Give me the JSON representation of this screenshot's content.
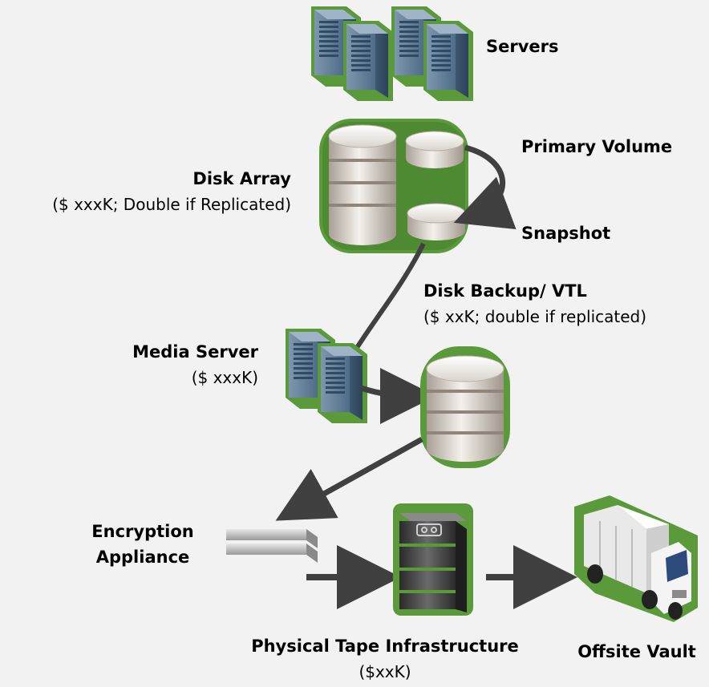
{
  "labels": {
    "servers": "Servers",
    "primary_volume": "Primary Volume",
    "disk_array": "Disk Array",
    "disk_array_cost": "($ xxxK; Double if Replicated)",
    "snapshot": "Snapshot",
    "disk_backup": "Disk Backup/ VTL",
    "disk_backup_cost": "($ xxK; double if replicated)",
    "media_server": "Media Server",
    "media_server_cost": "($ xxxK)",
    "encryption_line1": "Encryption",
    "encryption_line2": "Appliance",
    "tape": "Physical Tape Infrastructure",
    "tape_cost": "($xxK)",
    "vault": "Offsite Vault"
  },
  "icons": [
    "server-tower-icon",
    "disk-array-icon",
    "volume-disk-icon",
    "vtl-cylinder-icon",
    "encryption-appliance-icon",
    "tape-library-icon",
    "truck-icon"
  ],
  "colors": {
    "background": "#f2f2f2",
    "accent_green": "#5a9a3a",
    "arrow": "#404040",
    "server_blue": "#4c6b86"
  }
}
